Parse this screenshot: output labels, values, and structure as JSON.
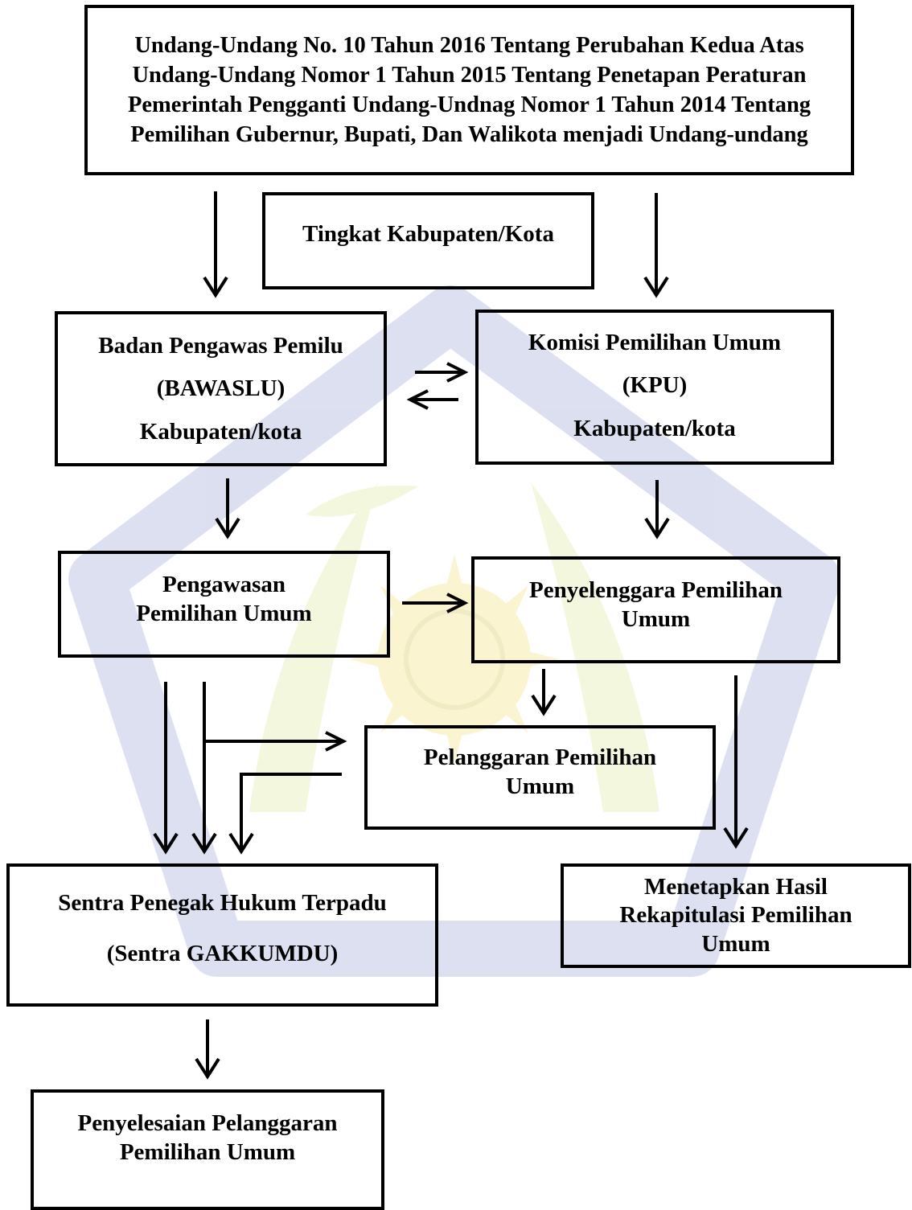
{
  "diagram": {
    "law_box": "Undang-Undang No. 10 Tahun 2016 Tentang Perubahan Kedua Atas Undang-Undang Nomor 1 Tahun 2015 Tentang Penetapan Peraturan Pemerintah Pengganti Undang-Undnag Nomor 1 Tahun 2014 Tentang Pemilihan Gubernur, Bupati, Dan Walikota menjadi Undang-undang",
    "level_box": "Tingkat Kabupaten/Kota",
    "bawaslu": {
      "line1": "Badan Pengawas Pemilu",
      "line2": "(BAWASLU)",
      "line3": "Kabupaten/kota"
    },
    "kpu": {
      "line1": "Komisi Pemilihan Umum",
      "line2": "(KPU)",
      "line3": "Kabupaten/kota"
    },
    "pengawasan": "Pengawasan Pemilihan Umum",
    "penyelenggara": "Penyelenggara Pemilihan Umum",
    "pelanggaran": "Pelanggaran Pemilihan Umum",
    "gakkumdu": {
      "line1": "Sentra Penegak Hukum Terpadu",
      "line2": "(Sentra GAKKUMDU)"
    },
    "rekapitulasi": "Menetapkan Hasil Rekapitulasi Pemilihan Umum",
    "penyelesaian": "Penyelesaian Pelanggaran Pemilihan Umum"
  },
  "watermark": {
    "seal_icon": "university-seal-watermark",
    "colors": {
      "ring": "#9aa6d6",
      "leaf": "#dfe9a0",
      "sun": "#f3e27a"
    }
  }
}
